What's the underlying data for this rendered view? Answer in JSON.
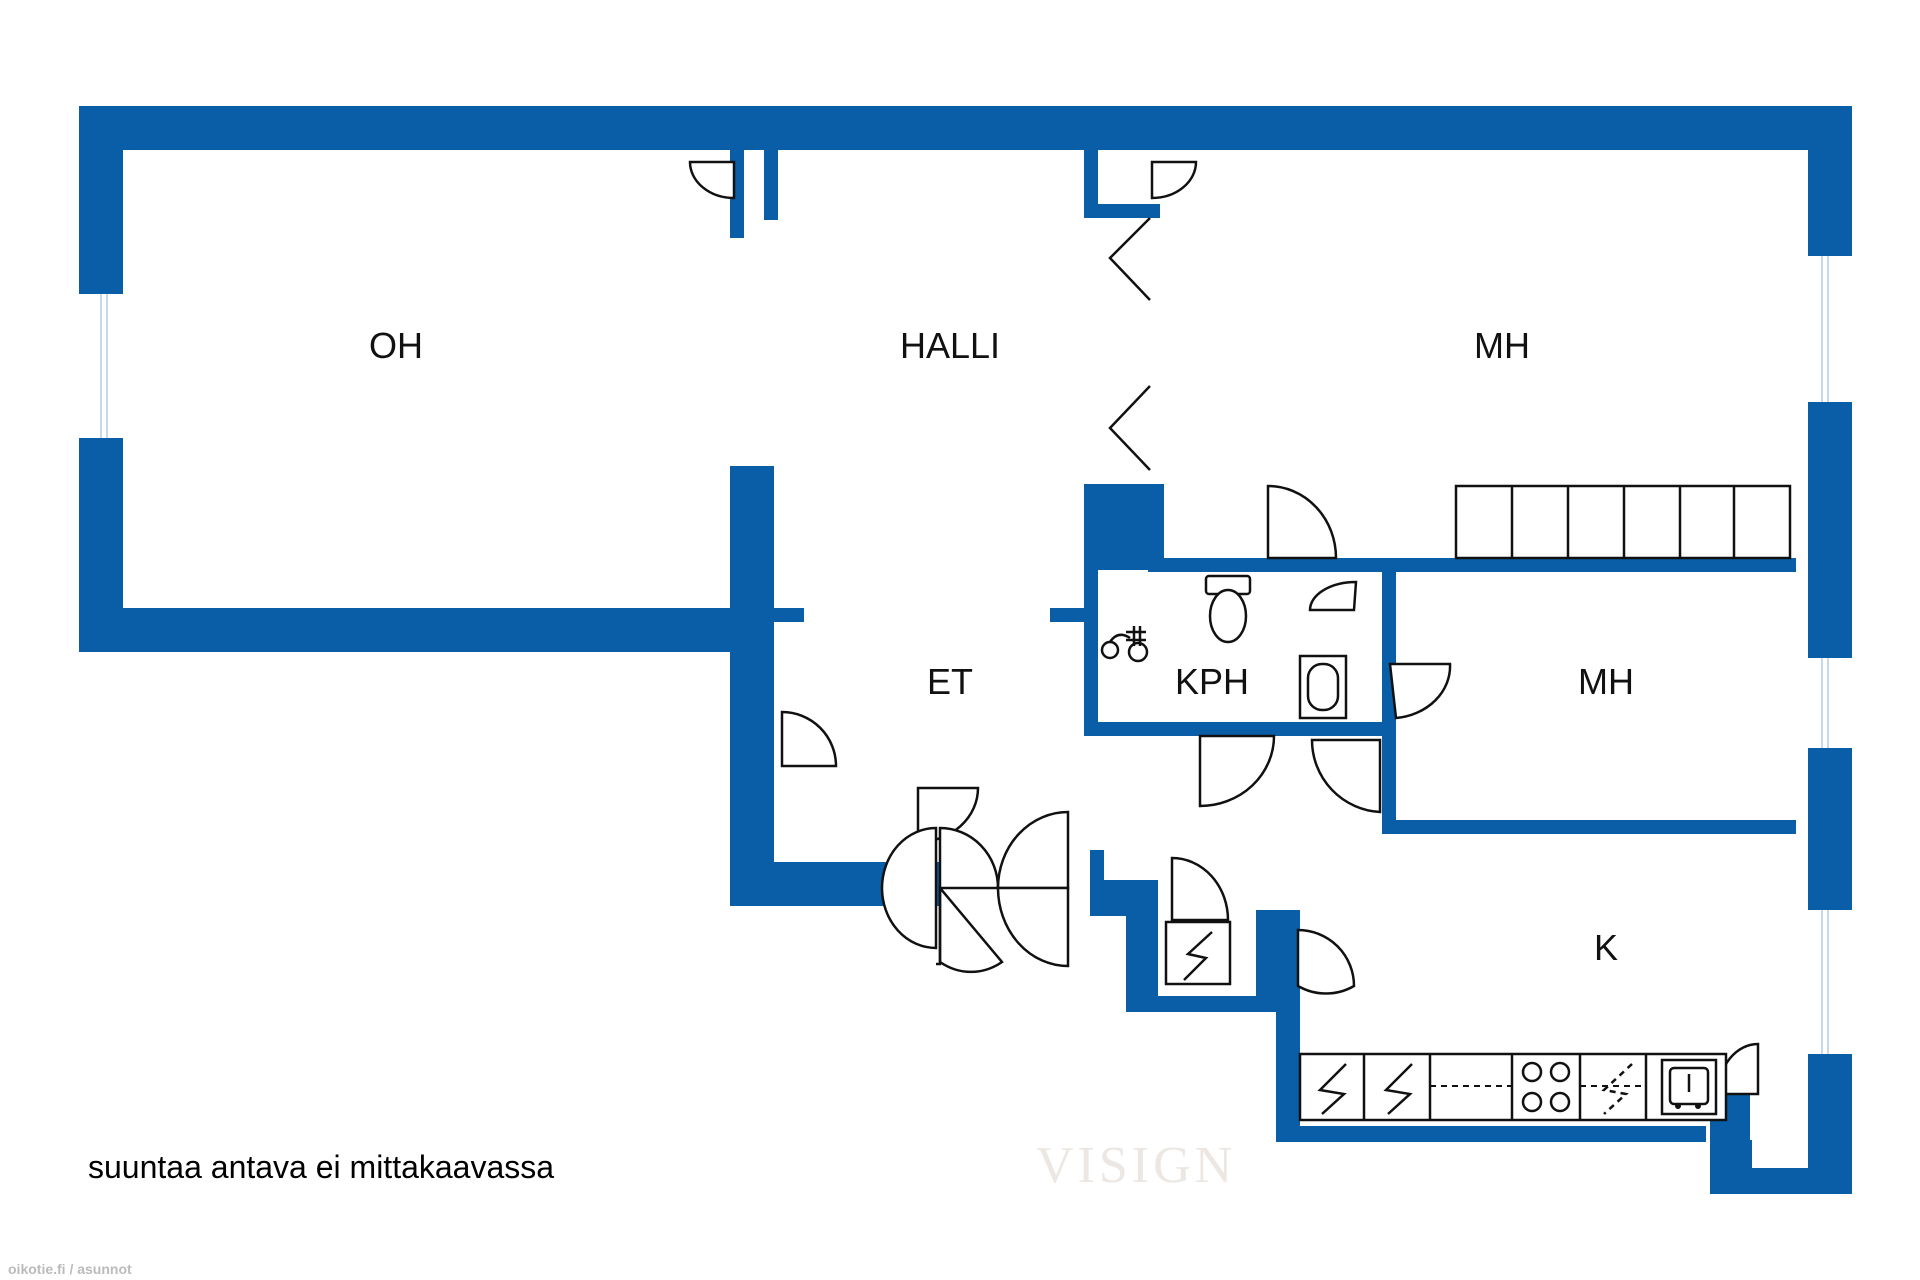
{
  "plan": {
    "wall_color": "#0a5ea8",
    "rooms": {
      "oh": "OH",
      "halli": "HALLI",
      "mh_large": "MH",
      "et": "ET",
      "kph": "KPH",
      "mh_small": "MH",
      "k": "K"
    },
    "note": "suuntaa antava ei mittakaavassa",
    "watermark": "VISIGN",
    "credit": "oikotie.fi / asunnot"
  }
}
